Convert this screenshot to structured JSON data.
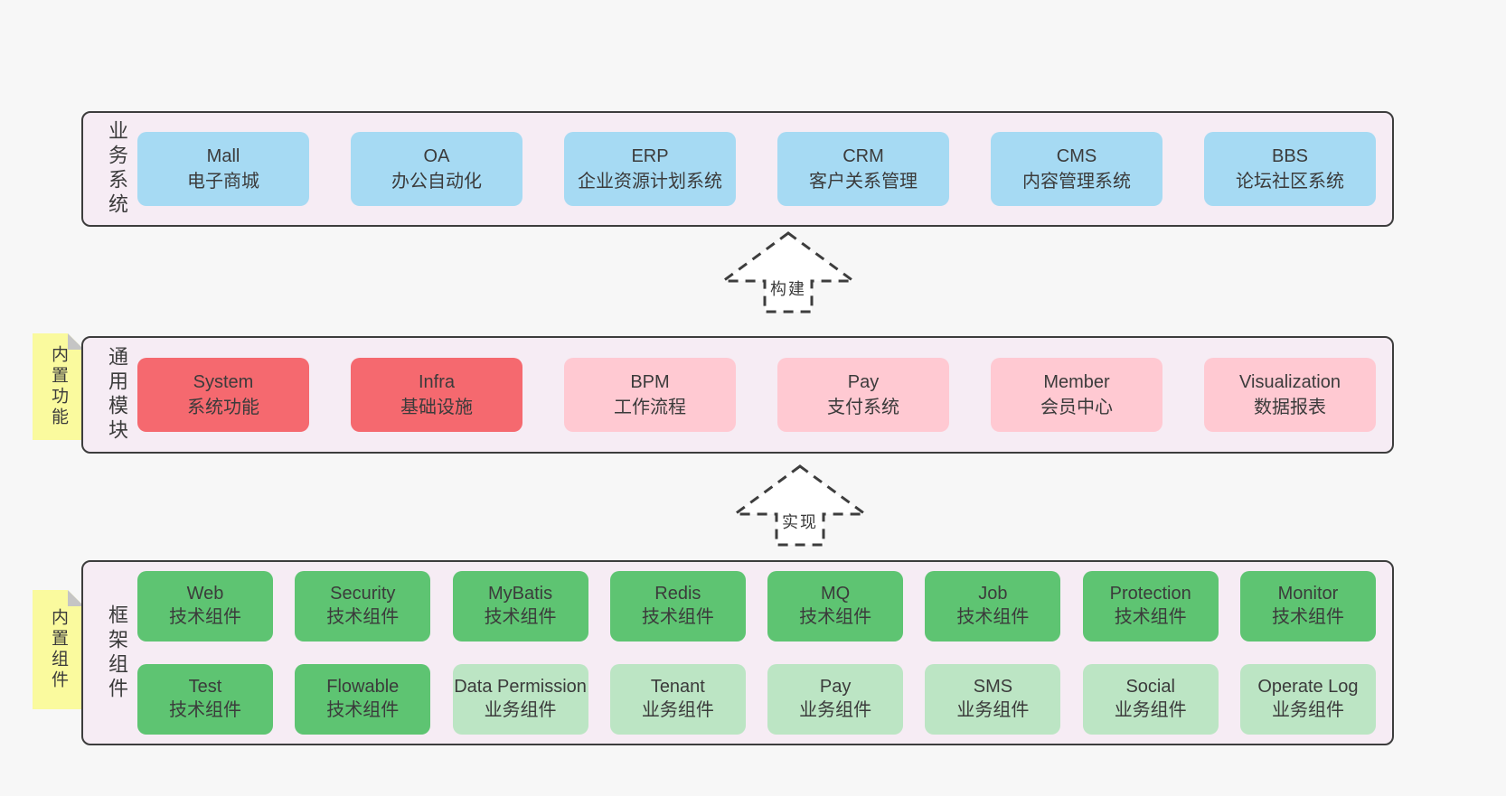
{
  "colors": {
    "bg": "#f7f7f7",
    "panelBg": "#f6ecf4",
    "panelBorder": "#3d3d3d",
    "text": "#3b3b3b",
    "blue": "#a6daf3",
    "red": "#f5696f",
    "pink": "#ffc9d2",
    "green": "#5ec472",
    "lightGreen": "#bce5c4",
    "noteYellow": "#fafa9e",
    "foldGray": "#c5c5c5",
    "arrowFill": "#ffffff"
  },
  "business": {
    "label": "业务系统",
    "boxes": [
      {
        "name": "Mall",
        "desc": "电子商城"
      },
      {
        "name": "OA",
        "desc": "办公自动化"
      },
      {
        "name": "ERP",
        "desc": "企业资源计划系统"
      },
      {
        "name": "CRM",
        "desc": "客户关系管理"
      },
      {
        "name": "CMS",
        "desc": "内容管理系统"
      },
      {
        "name": "BBS",
        "desc": "论坛社区系统"
      }
    ]
  },
  "arrows": {
    "build": "构建",
    "implement": "实现"
  },
  "common": {
    "label": "通用模块",
    "note": "内置功能",
    "boxes": [
      {
        "name": "System",
        "desc": "系统功能"
      },
      {
        "name": "Infra",
        "desc": "基础设施"
      },
      {
        "name": "BPM",
        "desc": "工作流程"
      },
      {
        "name": "Pay",
        "desc": "支付系统"
      },
      {
        "name": "Member",
        "desc": "会员中心"
      },
      {
        "name": "Visualization",
        "desc": "数据报表"
      }
    ]
  },
  "framework": {
    "label": "框架组件",
    "note": "内置组件",
    "row1": [
      {
        "name": "Web",
        "desc": "技术组件"
      },
      {
        "name": "Security",
        "desc": "技术组件"
      },
      {
        "name": "MyBatis",
        "desc": "技术组件"
      },
      {
        "name": "Redis",
        "desc": "技术组件"
      },
      {
        "name": "MQ",
        "desc": "技术组件"
      },
      {
        "name": "Job",
        "desc": "技术组件"
      },
      {
        "name": "Protection",
        "desc": "技术组件"
      },
      {
        "name": "Monitor",
        "desc": "技术组件"
      }
    ],
    "row2": [
      {
        "name": "Test",
        "desc": "技术组件"
      },
      {
        "name": "Flowable",
        "desc": "技术组件"
      },
      {
        "name": "Data Permission",
        "desc": "业务组件"
      },
      {
        "name": "Tenant",
        "desc": "业务组件"
      },
      {
        "name": "Pay",
        "desc": "业务组件"
      },
      {
        "name": "SMS",
        "desc": "业务组件"
      },
      {
        "name": "Social",
        "desc": "业务组件"
      },
      {
        "name": "Operate Log",
        "desc": "业务组件"
      }
    ]
  }
}
